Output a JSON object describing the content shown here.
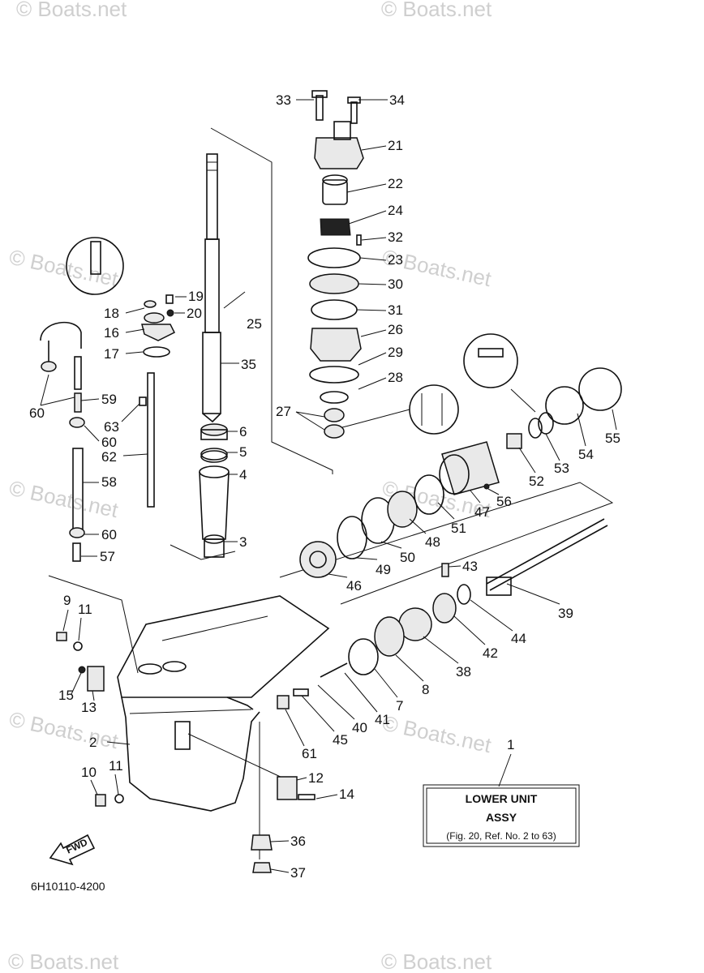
{
  "watermark": {
    "text": "© Boats.net"
  },
  "diagram_code": "6H10110-4200",
  "fwd_label": "FWD",
  "assy_box": {
    "ref": "1",
    "line1": "LOWER UNIT",
    "line2": "ASSY",
    "line3": "(Fig. 20, Ref. No. 2 to 63)"
  },
  "callouts": [
    {
      "id": "33",
      "label": "33"
    },
    {
      "id": "34",
      "label": "34"
    },
    {
      "id": "21",
      "label": "21"
    },
    {
      "id": "22",
      "label": "22"
    },
    {
      "id": "24",
      "label": "24"
    },
    {
      "id": "32",
      "label": "32"
    },
    {
      "id": "23",
      "label": "23"
    },
    {
      "id": "30",
      "label": "30"
    },
    {
      "id": "31",
      "label": "31"
    },
    {
      "id": "26",
      "label": "26"
    },
    {
      "id": "29",
      "label": "29"
    },
    {
      "id": "28",
      "label": "28"
    },
    {
      "id": "27",
      "label": "27"
    },
    {
      "id": "19",
      "label": "19"
    },
    {
      "id": "18",
      "label": "18"
    },
    {
      "id": "20",
      "label": "20"
    },
    {
      "id": "16",
      "label": "16"
    },
    {
      "id": "25",
      "label": "25"
    },
    {
      "id": "17",
      "label": "17"
    },
    {
      "id": "35",
      "label": "35"
    },
    {
      "id": "60a",
      "label": "60"
    },
    {
      "id": "59",
      "label": "59"
    },
    {
      "id": "63",
      "label": "63"
    },
    {
      "id": "60b",
      "label": "60"
    },
    {
      "id": "62",
      "label": "62"
    },
    {
      "id": "6",
      "label": "6"
    },
    {
      "id": "5",
      "label": "5"
    },
    {
      "id": "4",
      "label": "4"
    },
    {
      "id": "58",
      "label": "58"
    },
    {
      "id": "60c",
      "label": "60"
    },
    {
      "id": "57",
      "label": "57"
    },
    {
      "id": "3",
      "label": "3"
    },
    {
      "id": "55",
      "label": "55"
    },
    {
      "id": "54",
      "label": "54"
    },
    {
      "id": "53",
      "label": "53"
    },
    {
      "id": "52",
      "label": "52"
    },
    {
      "id": "56",
      "label": "56"
    },
    {
      "id": "47",
      "label": "47"
    },
    {
      "id": "51",
      "label": "51"
    },
    {
      "id": "48",
      "label": "48"
    },
    {
      "id": "50",
      "label": "50"
    },
    {
      "id": "49",
      "label": "49"
    },
    {
      "id": "46",
      "label": "46"
    },
    {
      "id": "43",
      "label": "43"
    },
    {
      "id": "39",
      "label": "39"
    },
    {
      "id": "44",
      "label": "44"
    },
    {
      "id": "42",
      "label": "42"
    },
    {
      "id": "38",
      "label": "38"
    },
    {
      "id": "8",
      "label": "8"
    },
    {
      "id": "7",
      "label": "7"
    },
    {
      "id": "41",
      "label": "41"
    },
    {
      "id": "40",
      "label": "40"
    },
    {
      "id": "45",
      "label": "45"
    },
    {
      "id": "61",
      "label": "61"
    },
    {
      "id": "9",
      "label": "9"
    },
    {
      "id": "11a",
      "label": "11"
    },
    {
      "id": "15",
      "label": "15"
    },
    {
      "id": "13",
      "label": "13"
    },
    {
      "id": "2",
      "label": "2"
    },
    {
      "id": "10",
      "label": "10"
    },
    {
      "id": "11b",
      "label": "11"
    },
    {
      "id": "12",
      "label": "12"
    },
    {
      "id": "14",
      "label": "14"
    },
    {
      "id": "36",
      "label": "36"
    },
    {
      "id": "37",
      "label": "37"
    }
  ]
}
